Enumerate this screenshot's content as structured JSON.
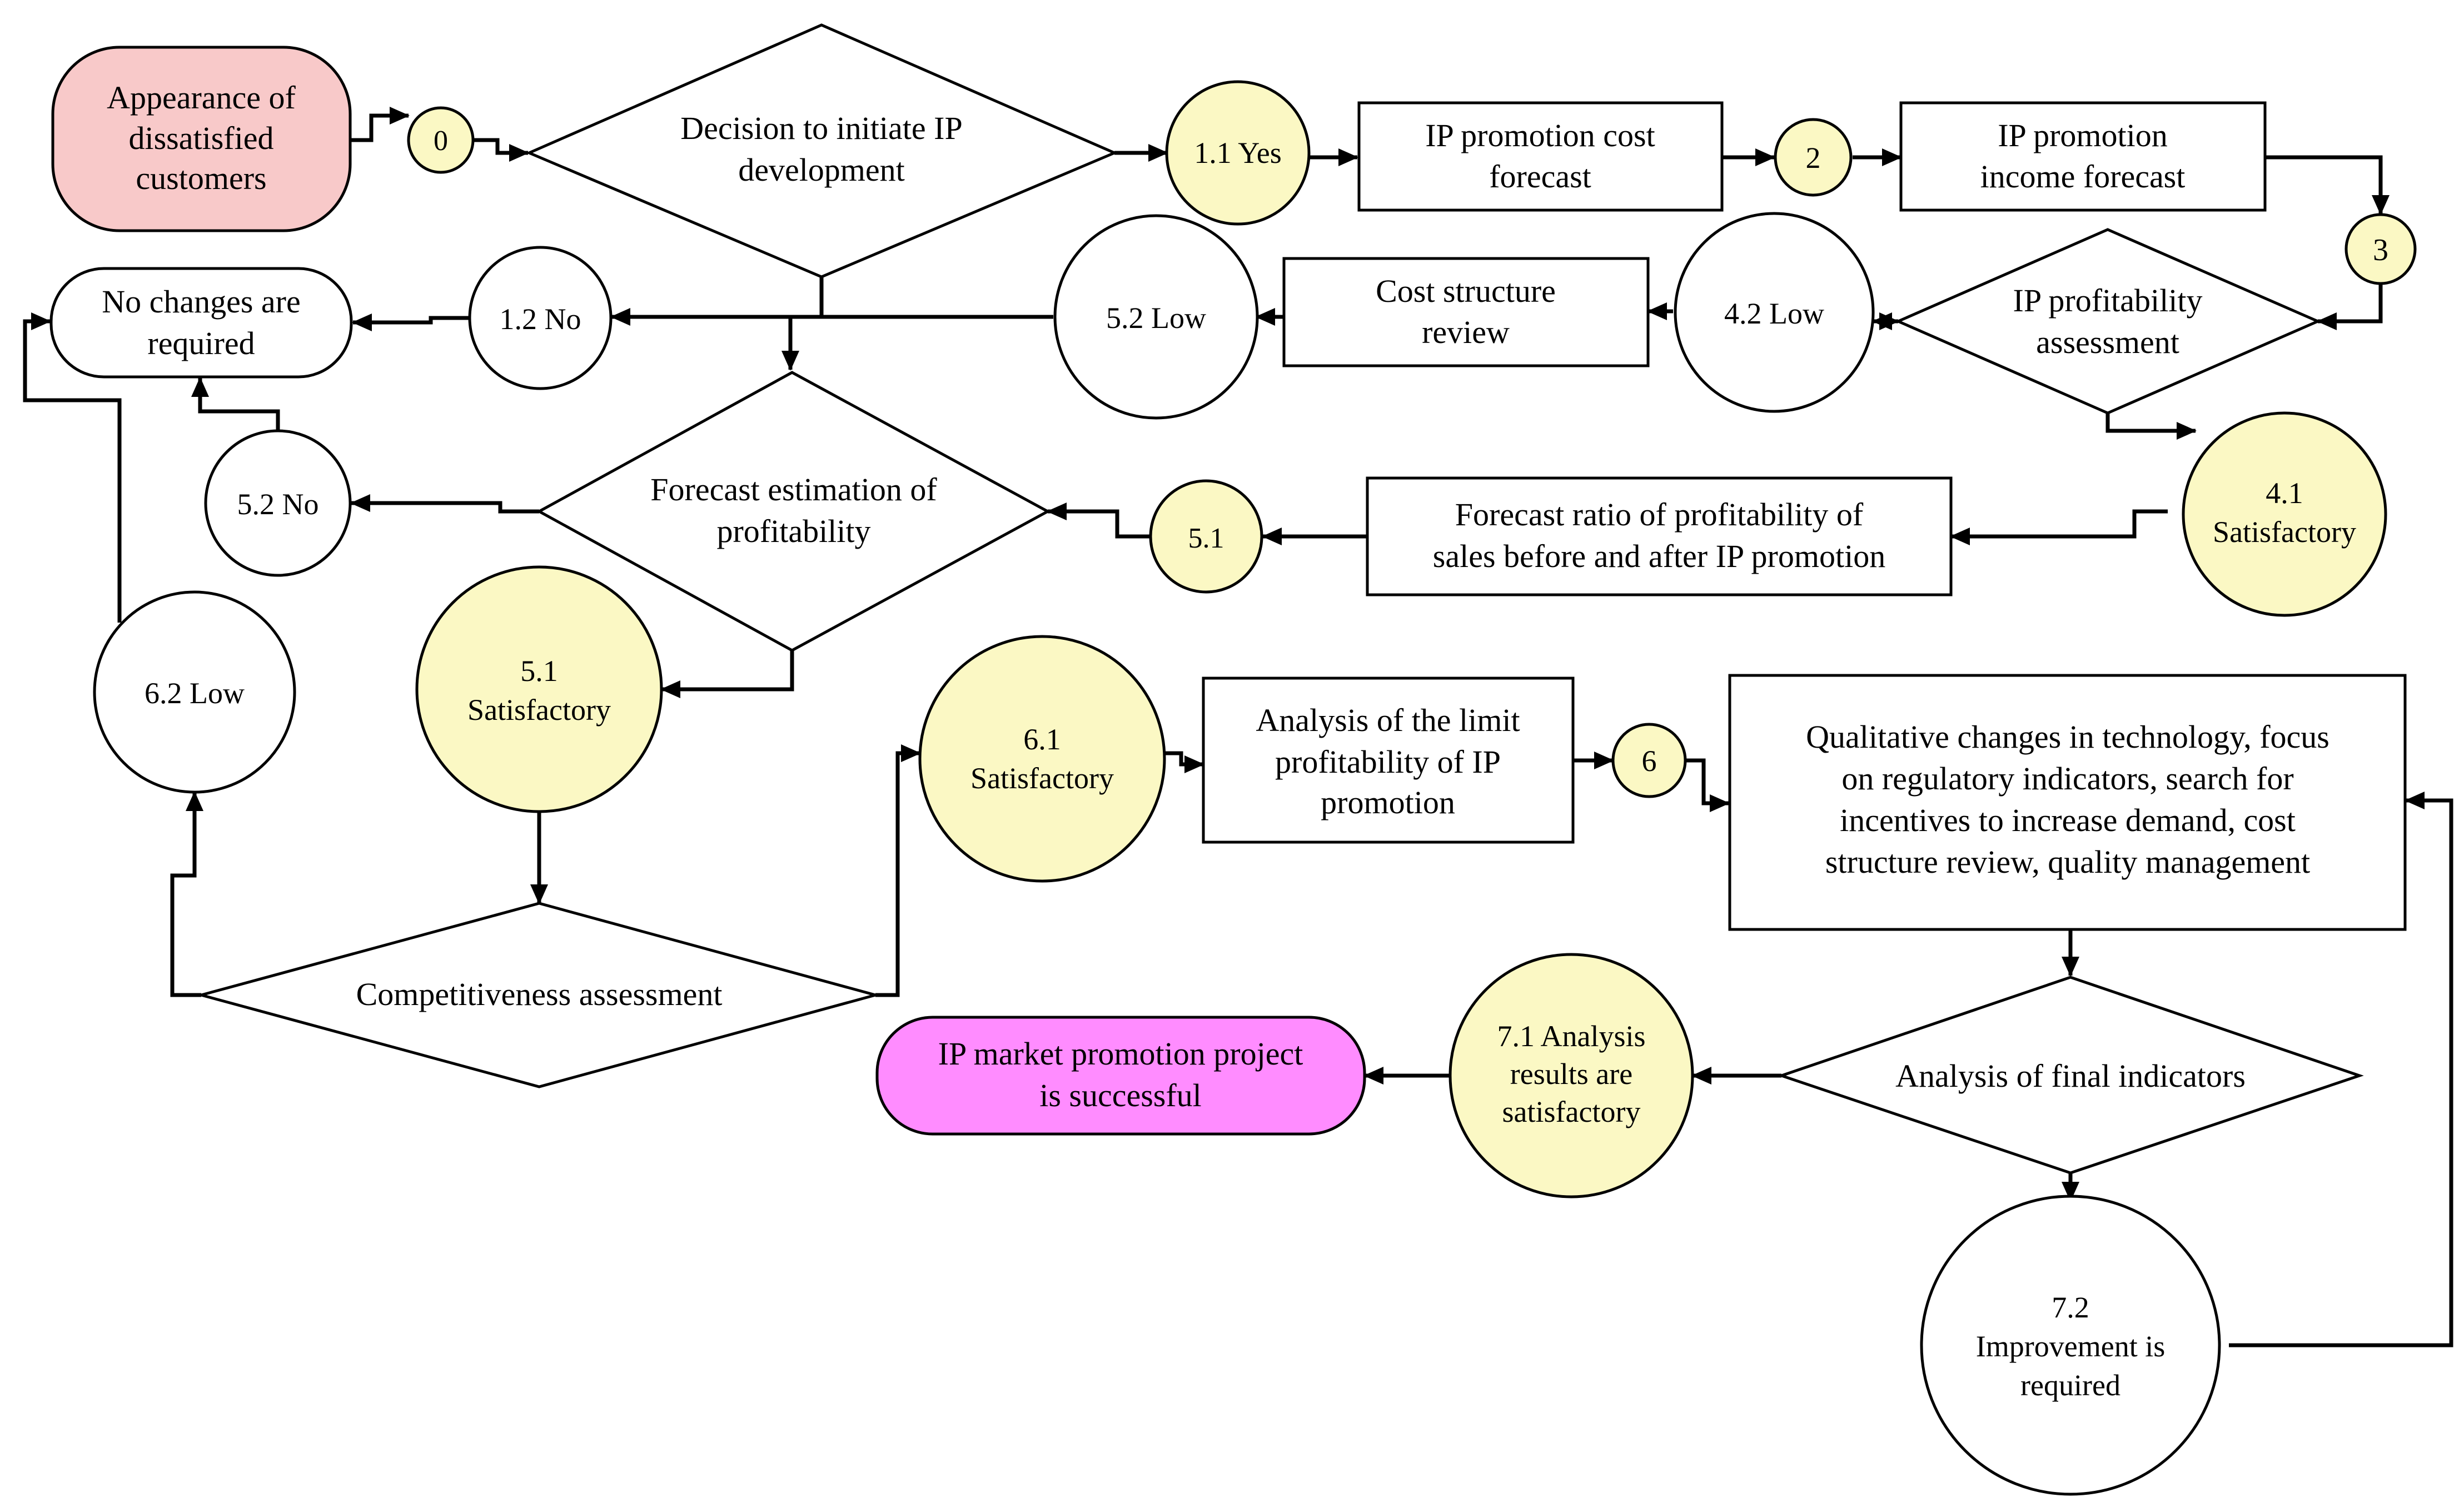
{
  "colors": {
    "start_fill": "#f8c9c9",
    "end_fill": "#ff8cff",
    "yes_fill": "#fbf8c4",
    "no_fill": "#ffffff",
    "box_fill": "#ffffff",
    "stroke": "#000000"
  },
  "nodes": {
    "start": [
      "Appearance of",
      "dissatisfied",
      "customers"
    ],
    "decision_initiate": [
      "Decision to initiate IP",
      "development"
    ],
    "c0": "0",
    "c11": "1.1 Yes",
    "cost_forecast": [
      "IP promotion cost",
      "forecast"
    ],
    "c2": "2",
    "income_forecast": [
      "IP promotion",
      "income forecast"
    ],
    "c3": "3",
    "profitability_assessment": [
      "IP profitability",
      "assessment"
    ],
    "c42": "4.2 Low",
    "cost_structure": [
      "Cost structure",
      "review"
    ],
    "c52low": "5.2 Low",
    "c12": "1.2 No",
    "no_changes": [
      "No changes are",
      "required"
    ],
    "c41": [
      "4.1",
      "Satisfactory"
    ],
    "ratio_forecast": [
      "Forecast ratio of profitability of",
      "sales before and after IP promotion"
    ],
    "c51small": "5.1",
    "forecast_estimation": [
      "Forecast estimation of",
      "profitability"
    ],
    "c52no": "5.2 No",
    "c51sat": [
      "5.1",
      "Satisfactory"
    ],
    "c62": "6.2 Low",
    "competitiveness": "Competitiveness assessment",
    "c61": [
      "6.1",
      "Satisfactory"
    ],
    "limit_analysis": [
      "Analysis of the limit",
      "profitability of IP",
      "promotion"
    ],
    "c6": "6",
    "qualitative": [
      "Qualitative changes in technology, focus",
      "on regulatory indicators, search for",
      "incentives to increase demand, cost",
      "structure review, quality management"
    ],
    "final_analysis": "Analysis of final indicators",
    "c71": [
      "7.1 Analysis",
      "results are",
      "satisfactory"
    ],
    "end": [
      "IP market promotion project",
      "is successful"
    ],
    "c72": [
      "7.2",
      "Improvement is",
      "required"
    ]
  }
}
